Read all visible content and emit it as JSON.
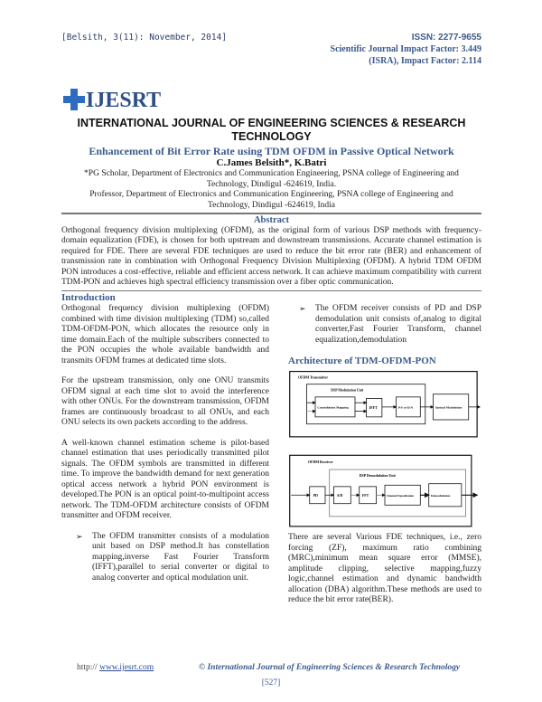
{
  "header": {
    "citation": "[Belsith, 3(11): November, 2014]",
    "issn": "ISSN: 2277-9655",
    "impact_factor_1": "Scientific Journal Impact Factor: 3.449",
    "impact_factor_2": "(ISRA), Impact Factor: 2.114"
  },
  "logo": {
    "text": "IJESRT"
  },
  "journal_name": "INTERNATIONAL JOURNAL OF ENGINEERING SCIENCES & RESEARCH TECHNOLOGY",
  "paper": {
    "title": "Enhancement of Bit Error Rate using TDM OFDM in Passive Optical Network",
    "authors": "C.James Belsith*, K.Batri",
    "affiliation_1": "*PG Scholar, Department of Electronics and Communication Engineering,  PSNA college of Engineering and Technology, Dindigul -624619, India.",
    "affiliation_2": "Professor, Department of Electronics and Communication Engineering, PSNA college of Engineering and Technology, Dindigul -624619, India"
  },
  "abstract": {
    "heading": "Abstract",
    "text": "Orthogonal frequency division multiplexing (OFDM), as the original form of various DSP methods with frequency-domain equalization (FDE), is chosen for both upstream and downstream transmissions. Accurate channel estimation is required for FDE. There are several FDE techniques are used to reduce the bit error rate (BER) and enhancement of transmission rate in combination with Orthogonal Frequency Division Multiplexing (OFDM). A hybrid TDM OFDM PON introduces a cost-effective, reliable and efficient access network. It can achieve maximum compatibility with current TDM-PON and achieves high spectral efficiency transmission over a fiber optic communication."
  },
  "introduction": {
    "heading": "Introduction",
    "paragraphs": [
      "Orthogonal frequency division multiplexing (OFDM) combined with time division multiplexing (TDM) so,called TDM-OFDM-PON, which allocates the resource only in time domain.Each of the multiple subscribers connected to the PON occupies the whole available bandwidth and transmits OFDM frames at dedicated time slots.",
      "For the upstream transmission, only one ONU transmits OFDM signal at each time slot to avoid the interference with other ONUs. For the downstream transmission, OFDM frames are continuously broadcast to all ONUs, and each ONU selects its own packets according to the address.",
      "A well-known channel estimation scheme is pilot-based channel estimation that uses periodically transmitted pilot signals. The OFDM symbols are transmitted in different time. To improve the bandwidth demand for next generation optical access network a hybrid PON environment is developed.The PON is an optical point-to-multipoint access network. The TDM-OFDM architecture consists of OFDM transmitter and OFDM receiver."
    ],
    "bullets": [
      "The OFDM transmitter consists of a modulation unit based on DSP method.It has constellation mapping,inverse Fast Fourier Transform (IFFT),parallel to serial converter or digital to analog converter and optical modulation unit.",
      "The OFDM receiver consists of PD and DSP demodulation unit consists of,analog to digital converter,Fast Fourier Transform, channel equalization,demodulation"
    ],
    "bullet_mark": "➢"
  },
  "architecture": {
    "heading": "Architecture of TDM-OFDM-PON",
    "transmitter": {
      "label": "OFDM Transmitter",
      "unit": "DSP Modulation Unit",
      "blocks": [
        "Constellation Mapping",
        "IFFT",
        "P/S or D/A",
        "Optical Modulation"
      ]
    },
    "receiver": {
      "label": "OFDM Receiver",
      "unit": "DSP Demodulation Unit",
      "blocks": [
        "PD",
        "A/D",
        "FFT",
        "Channel Equalization",
        "Demodulation"
      ]
    },
    "text": "There are several Various FDE techniques, i.e., zero forcing (ZF), maximum ratio combining (MRC),minimum mean square error (MMSE), amplitude clipping, selective mapping,fuzzy logic,channel estimation and dynamic bandwidth allocation (DBA) algorithm.These methods are used to reduce the bit error rate(BER)."
  },
  "footer": {
    "url_prefix": "http:// ",
    "url": "www.ijesrt.com",
    "copyright": "© International Journal of Engineering Sciences & Research Technology",
    "page": "[527]"
  }
}
